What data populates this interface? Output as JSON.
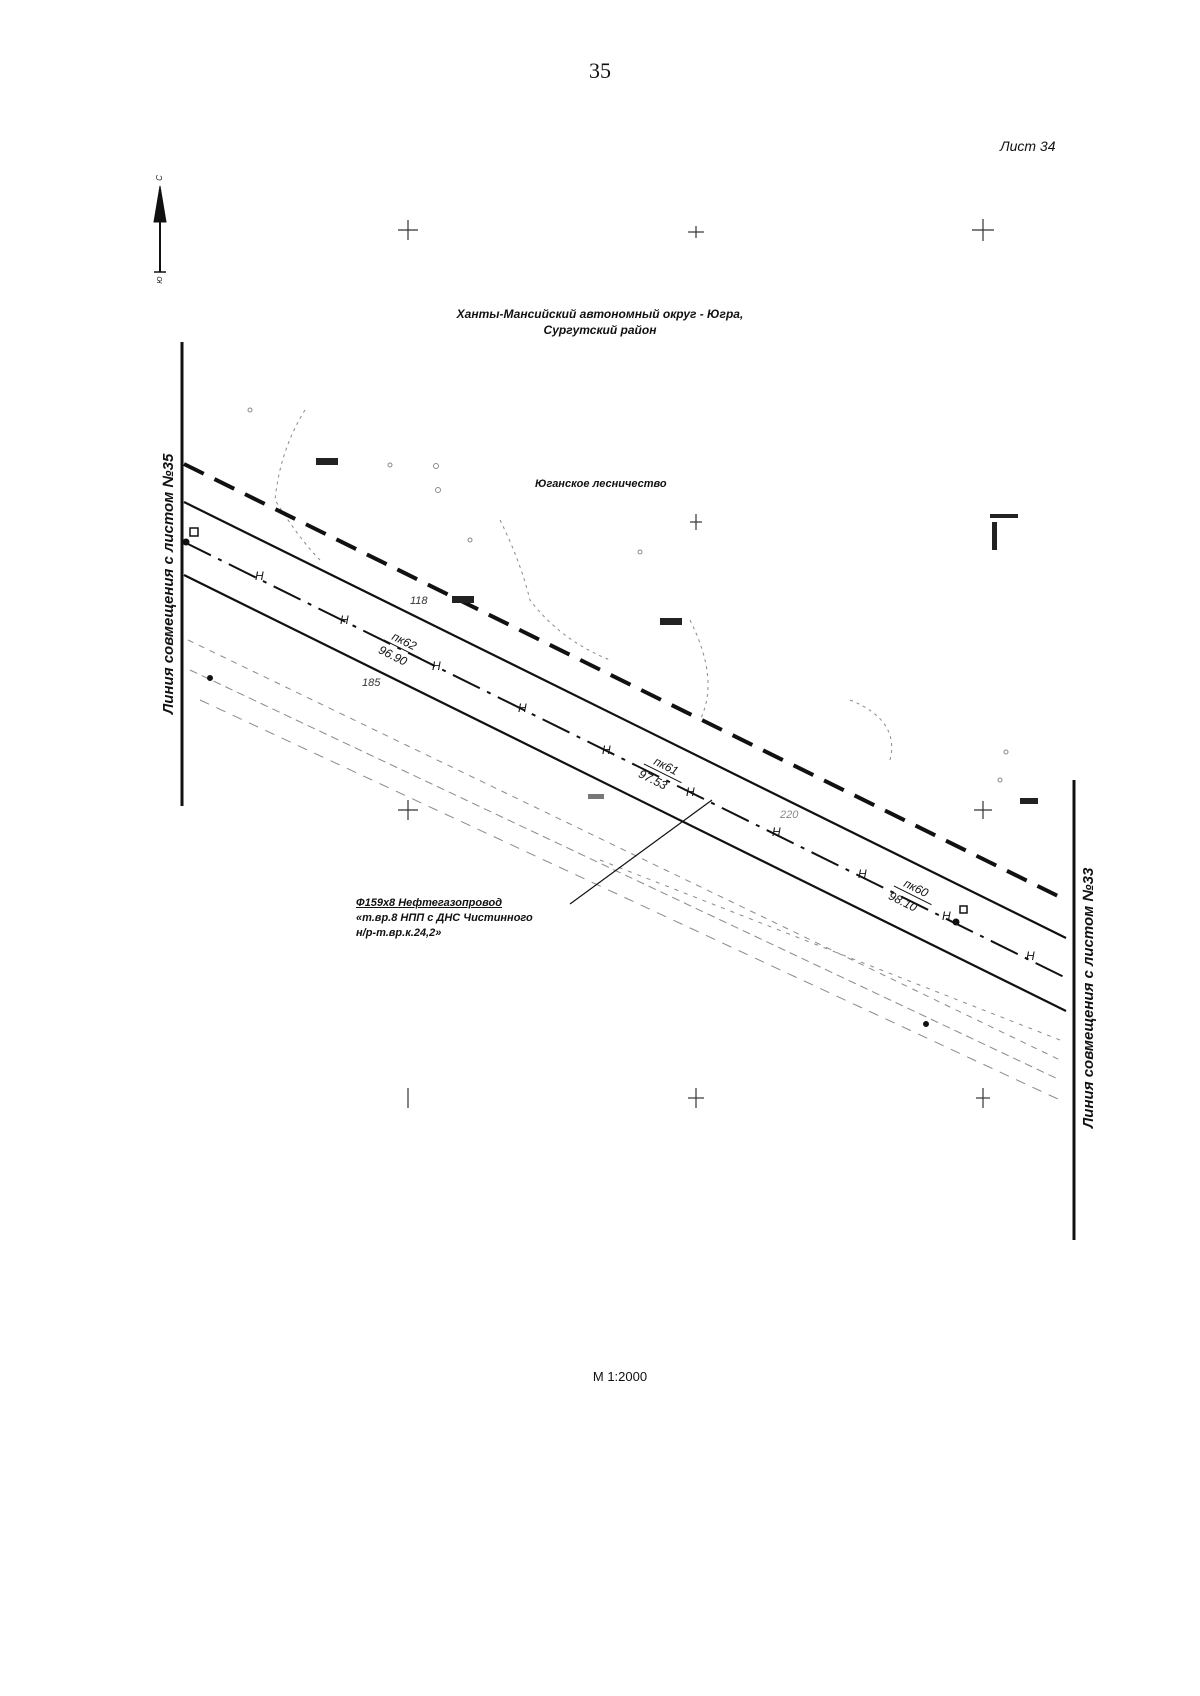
{
  "page_number": "35",
  "sheet_label": "Лист 34",
  "region_line1": "Ханты-Мансийский автономный округ - Югра,",
  "region_line2": "Сургутский район",
  "forestry": "Юганское лесничество",
  "match_line_left": "Линия совмещения с листом №35",
  "match_line_right": "Линия совмещения с листом №33",
  "pipeline_line1": "Ф159х8 Нефтегазопровод",
  "pipeline_line2": "«т.вр.8 НПП с ДНС Чистинного",
  "pipeline_line3": "н/р-т.вр.к.24,2»",
  "scale": "М 1:2000",
  "north_arrow": {
    "top_letter": "С",
    "bottom_letter": "Ю"
  },
  "pickets": [
    {
      "pk": "пк62",
      "value": "96.90"
    },
    {
      "pk": "пк61",
      "value": "97.53"
    },
    {
      "pk": "пк60",
      "value": "98.10"
    }
  ],
  "marks": {
    "mark_a": "118",
    "mark_b": "185",
    "mark_c": "220"
  },
  "line_marker": "Н",
  "colors": {
    "ink": "#111111",
    "faint": "#8a8a8a",
    "paper": "#ffffff"
  }
}
